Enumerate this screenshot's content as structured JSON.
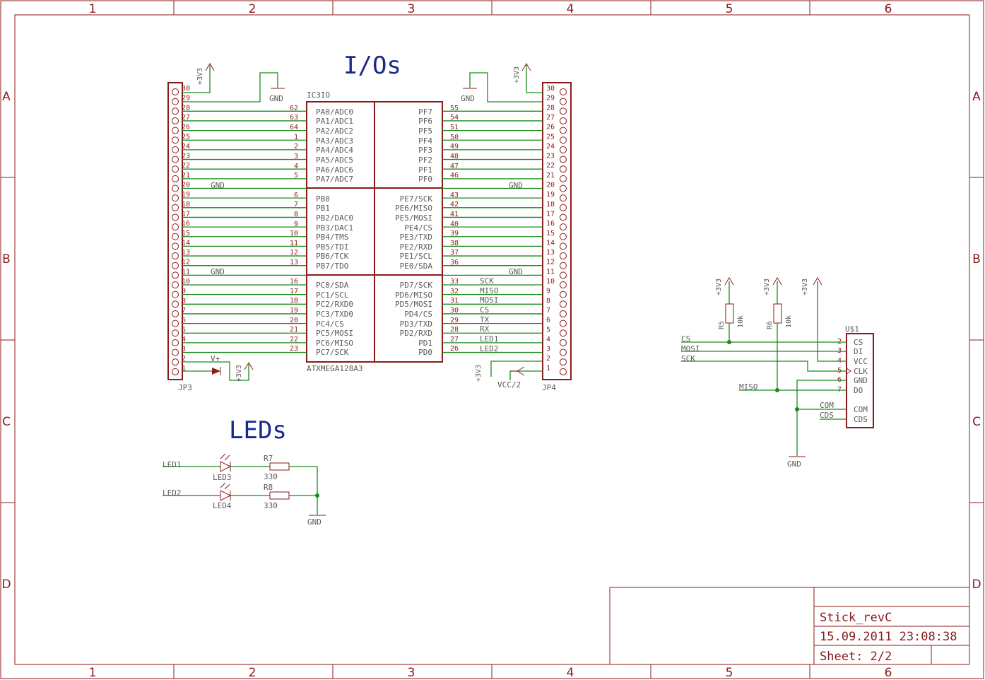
{
  "frame": {
    "columns": [
      "1",
      "2",
      "3",
      "4",
      "5",
      "6"
    ],
    "rows": [
      "A",
      "B",
      "C",
      "D"
    ]
  },
  "titles": {
    "ios": "I/Os",
    "leds": "LEDs"
  },
  "mcu": {
    "name": "IC3IO",
    "value": "ATXMEGA128A3",
    "left": [
      {
        "pin": "62",
        "label": "PA0/ADC0"
      },
      {
        "pin": "63",
        "label": "PA1/ADC1"
      },
      {
        "pin": "64",
        "label": "PA2/ADC2"
      },
      {
        "pin": "1",
        "label": "PA3/ADC3"
      },
      {
        "pin": "2",
        "label": "PA4/ADC4"
      },
      {
        "pin": "3",
        "label": "PA5/ADC5"
      },
      {
        "pin": "4",
        "label": "PA6/ADC6"
      },
      {
        "pin": "5",
        "label": "PA7/ADC7"
      },
      {
        "pin": "6",
        "label": "PB0"
      },
      {
        "pin": "7",
        "label": "PB1"
      },
      {
        "pin": "8",
        "label": "PB2/DAC0"
      },
      {
        "pin": "9",
        "label": "PB3/DAC1"
      },
      {
        "pin": "10",
        "label": "PB4/TMS"
      },
      {
        "pin": "11",
        "label": "PB5/TDI"
      },
      {
        "pin": "12",
        "label": "PB6/TCK"
      },
      {
        "pin": "13",
        "label": "PB7/TDO"
      },
      {
        "pin": "16",
        "label": "PC0/SDA"
      },
      {
        "pin": "17",
        "label": "PC1/SCL"
      },
      {
        "pin": "18",
        "label": "PC2/RXD0"
      },
      {
        "pin": "19",
        "label": "PC3/TXD0"
      },
      {
        "pin": "20",
        "label": "PC4/CS"
      },
      {
        "pin": "21",
        "label": "PC5/MOSI"
      },
      {
        "pin": "22",
        "label": "PC6/MISO"
      },
      {
        "pin": "23",
        "label": "PC7/SCK"
      }
    ],
    "right": [
      {
        "pin": "55",
        "label": "PF7"
      },
      {
        "pin": "54",
        "label": "PF6"
      },
      {
        "pin": "51",
        "label": "PF5"
      },
      {
        "pin": "50",
        "label": "PF4"
      },
      {
        "pin": "49",
        "label": "PF3"
      },
      {
        "pin": "48",
        "label": "PF2"
      },
      {
        "pin": "47",
        "label": "PF1"
      },
      {
        "pin": "46",
        "label": "PF0"
      },
      {
        "pin": "43",
        "label": "PE7/SCK"
      },
      {
        "pin": "42",
        "label": "PE6/MISO"
      },
      {
        "pin": "41",
        "label": "PE5/MOSI"
      },
      {
        "pin": "40",
        "label": "PE4/CS"
      },
      {
        "pin": "39",
        "label": "PE3/TXD"
      },
      {
        "pin": "38",
        "label": "PE2/RXD"
      },
      {
        "pin": "37",
        "label": "PE1/SCL"
      },
      {
        "pin": "36",
        "label": "PE0/SDA"
      },
      {
        "pin": "33",
        "label": "PD7/SCK"
      },
      {
        "pin": "32",
        "label": "PD6/MISO"
      },
      {
        "pin": "31",
        "label": "PD5/MOSI"
      },
      {
        "pin": "30",
        "label": "PD4/CS"
      },
      {
        "pin": "29",
        "label": "PD3/TXD"
      },
      {
        "pin": "28",
        "label": "PD2/RXD"
      },
      {
        "pin": "27",
        "label": "PD1"
      },
      {
        "pin": "26",
        "label": "PD0"
      }
    ]
  },
  "connectors": {
    "left_name": "JP3",
    "right_name": "JP4",
    "pins": [
      "30",
      "29",
      "28",
      "27",
      "26",
      "25",
      "24",
      "23",
      "22",
      "21",
      "20",
      "19",
      "18",
      "17",
      "16",
      "15",
      "14",
      "13",
      "12",
      "11",
      "10",
      "9",
      "8",
      "7",
      "6",
      "5",
      "4",
      "3",
      "2",
      "1"
    ]
  },
  "nets": {
    "gnd": "GND",
    "v33": "+3V3",
    "vplus": "V+",
    "vcc2": "VCC/2",
    "sck": "SCK",
    "miso": "MISO",
    "mosi": "MOSI",
    "cs": "CS",
    "tx": "TX",
    "rx": "RX",
    "led1": "LED1",
    "led2": "LED2"
  },
  "sensor": {
    "name": "U$1",
    "r5_name": "R5",
    "r5_value": "10k",
    "r6_name": "R6",
    "r6_value": "10k",
    "pins": [
      {
        "pin": "2",
        "label": "CS"
      },
      {
        "pin": "3",
        "label": "DI"
      },
      {
        "pin": "4",
        "label": "VCC"
      },
      {
        "pin": "5",
        "label": "CLK"
      },
      {
        "pin": "6",
        "label": "GND"
      },
      {
        "pin": "7",
        "label": "DO"
      }
    ],
    "extra_pins": [
      "COM",
      "CDS"
    ],
    "net_labels": [
      "CS",
      "MOSI",
      "SCK",
      "MISO",
      "COM",
      "CDS"
    ]
  },
  "leds": {
    "led3": "LED3",
    "led4": "LED4",
    "r7_name": "R7",
    "r7_value": "330",
    "r8_name": "R8",
    "r8_value": "330"
  },
  "title_block": {
    "project": "Stick_revC",
    "date": "15.09.2011 23:08:38",
    "sheet": "Sheet: 2/2"
  },
  "colors": {
    "frame": "#8b1a1a",
    "wire": "#1a8a1a",
    "title": "#1a2a8c",
    "label": "#5a5a5a"
  }
}
